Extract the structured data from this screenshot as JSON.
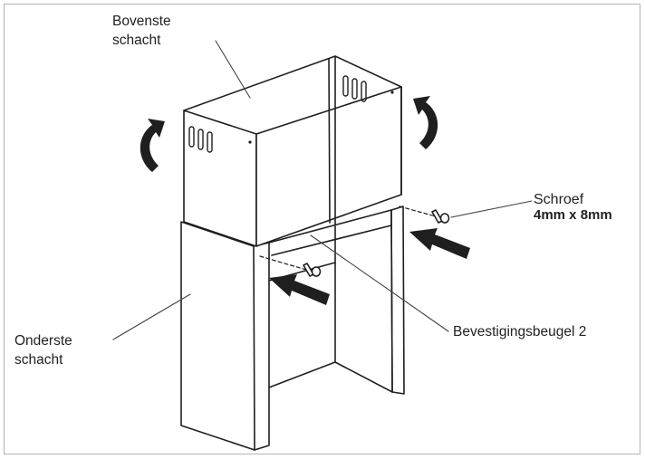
{
  "figure": {
    "labels": {
      "upper_shaft": [
        "Bovenste",
        "schacht"
      ],
      "lower_shaft": [
        "Onderste",
        "schacht"
      ],
      "screw": [
        "Schroef",
        "4mm x 8mm"
      ],
      "bracket": "Bevestigingsbeugel 2"
    },
    "colors": {
      "line": "#1f1f1f",
      "frame": "#b4b4b4",
      "background": "#ffffff"
    },
    "icons": [
      "rotate-arrow-icon",
      "push-arrow-icon",
      "screw-icon",
      "vent-slot-icon"
    ]
  }
}
